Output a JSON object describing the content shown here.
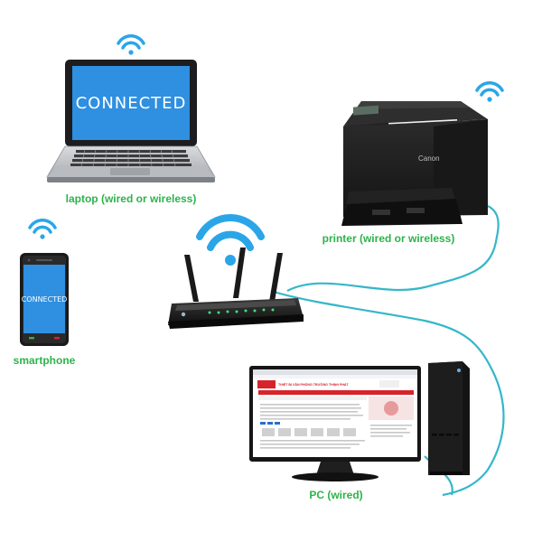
{
  "devices": {
    "laptop": {
      "label": "laptop (wired or wireless)",
      "screen_text": "CONNECTED"
    },
    "printer": {
      "label": "printer (wired or wireless)",
      "brand": "Canon"
    },
    "smartphone": {
      "label": "smartphone",
      "screen_text": "CONNECTED"
    },
    "router": {
      "label": ""
    },
    "pc": {
      "label": "PC (wired)",
      "site_title": "THIẾT BỊ VĂN PHÒNG TRƯỜNG THỊNH PHÁT"
    }
  },
  "colors": {
    "label_green": "#2db34a",
    "wifi_blue": "#2aa6e8",
    "cable": "#35b6c9",
    "screen_blue": "#2f8fe0",
    "device_black": "#1a1a1a",
    "web_red": "#d8232a"
  },
  "icons": [
    "wifi-icon",
    "laptop",
    "printer",
    "smartphone",
    "router",
    "monitor",
    "pc-tower"
  ]
}
